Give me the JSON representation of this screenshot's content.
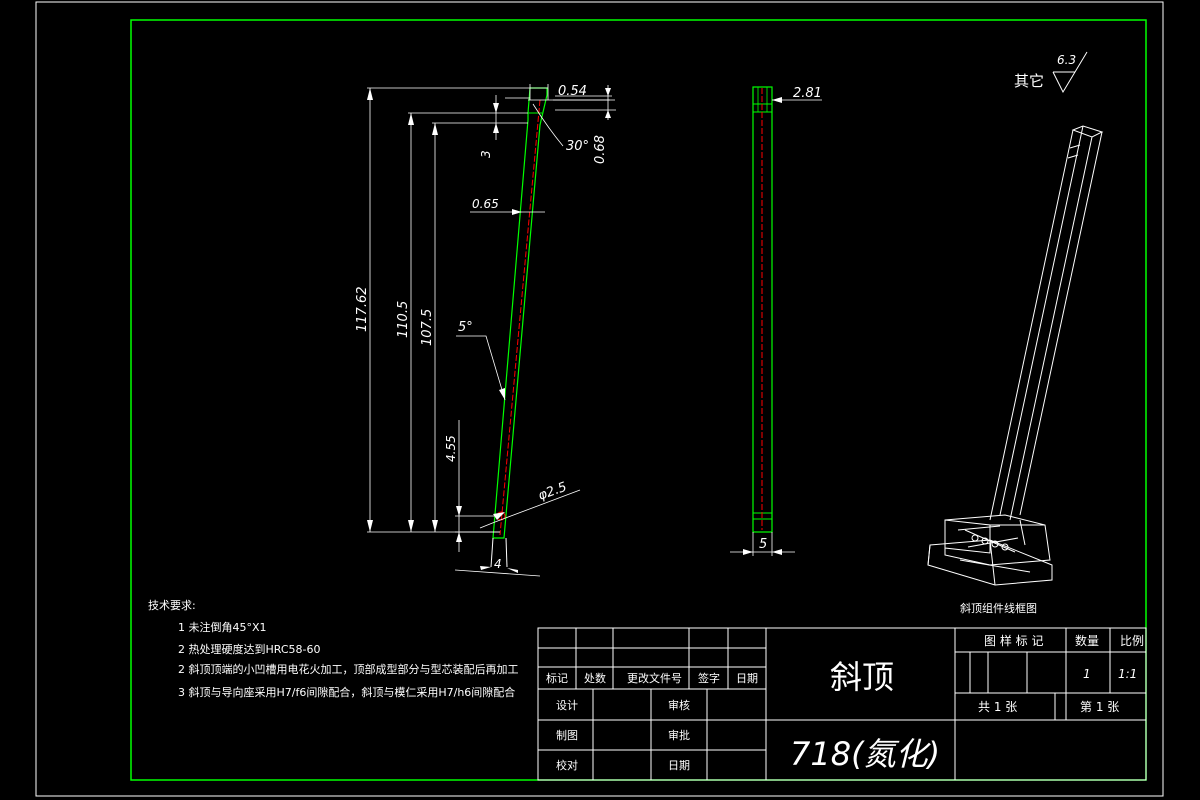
{
  "colors": {
    "background": "#000000",
    "sheet_outline": "#ffffff",
    "frame": "#00ff00",
    "part_outline": "#00ff00",
    "centerline": "#ff0000",
    "annotation": "#ffffff"
  },
  "surface_finish": {
    "label": "其它",
    "value": "6.3"
  },
  "front_view_dims": {
    "top_width": "0.54",
    "top_offset": "0.68",
    "top_angle": "30°",
    "step": "3",
    "mid_width": "0.65",
    "total_height": "117.62",
    "height_2": "110.5",
    "height_3": "107.5",
    "taper_angle": "5°",
    "hole_height": "4.55",
    "hole_dia": "φ2.5",
    "bottom_width": "4"
  },
  "side_view_dims": {
    "top_width": "2.81",
    "bottom_width": "5"
  },
  "iso_view": {
    "caption": "斜顶组件线框图"
  },
  "tech_requirements": {
    "title": "技术要求:",
    "items": [
      "1  未注倒角45°X1",
      "2  热处理硬度达到HRC58-60",
      "2  斜顶顶端的小凹槽用电花火加工，顶部成型部分与型芯装配后再加工",
      "3 斜顶与导向座采用H7/f6间隙配合，斜顶与模仁采用H7/h6间隙配合"
    ]
  },
  "title_block": {
    "headers": [
      "标记",
      "处数",
      "更改文件号",
      "签字",
      "日期"
    ],
    "left_labels": [
      "设计",
      "制图",
      "校对"
    ],
    "mid_labels": [
      "审核",
      "审批",
      "日期"
    ],
    "part_name": "斜顶",
    "material": "718(氮化)",
    "col_stage_mark": "图 样 标 记",
    "col_quantity": "数量",
    "col_scale": "比例",
    "quantity_value": "1",
    "scale_value": "1:1",
    "total_sheets": "共  1  张",
    "sheet_no": "第  1  张"
  }
}
